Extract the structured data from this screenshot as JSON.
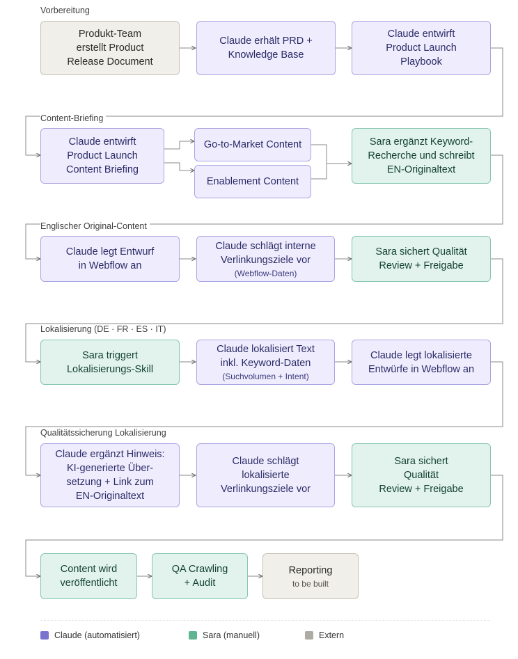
{
  "sections": [
    {
      "label": "Vorbereitung"
    },
    {
      "label": "Content-Briefing"
    },
    {
      "label": "Englischer Original-Content"
    },
    {
      "label": "Lokalisierung (DE · FR · ES · IT)"
    },
    {
      "label": "Qualitätssicherung Lokalisierung"
    }
  ],
  "nodes": {
    "produkt_team": {
      "lines": [
        "Produkt-Team",
        "erstellt Product",
        "Release Document"
      ]
    },
    "prd_kb": {
      "lines": [
        "Claude erhält PRD +",
        "Knowledge Base"
      ]
    },
    "playbook": {
      "lines": [
        "Claude entwirft",
        "Product Launch",
        "Playbook"
      ]
    },
    "briefing": {
      "lines": [
        "Claude entwirft",
        "Product Launch",
        "Content Briefing"
      ]
    },
    "gtm": {
      "lines": [
        "Go-to-Market Content"
      ]
    },
    "enablement": {
      "lines": [
        "Enablement Content"
      ]
    },
    "keyword": {
      "lines": [
        "Sara ergänzt Keyword-",
        "Recherche und schreibt",
        "EN-Originaltext"
      ]
    },
    "entwurf": {
      "lines": [
        "Claude legt Entwurf",
        "in Webflow an"
      ]
    },
    "verlinkung": {
      "lines": [
        "Claude schlägt interne",
        "Verlinkungsziele vor"
      ],
      "sub": "(Webflow-Daten)"
    },
    "qualitaet_en": {
      "lines": [
        "Sara sichert Qualität",
        "Review + Freigabe"
      ]
    },
    "trigger": {
      "lines": [
        "Sara triggert",
        "Lokalisierungs-Skill"
      ]
    },
    "lokalisiert": {
      "lines": [
        "Claude lokalisiert Text",
        "inkl. Keyword-Daten"
      ],
      "sub": "(Suchvolumen + Intent)"
    },
    "lok_entwuerfe": {
      "lines": [
        "Claude legt lokalisierte",
        "Entwürfe in Webflow an"
      ]
    },
    "hinweis": {
      "lines": [
        "Claude ergänzt Hinweis:",
        "KI-generierte Über-",
        "setzung + Link zum",
        "EN-Originaltext"
      ]
    },
    "lok_verlinkung": {
      "lines": [
        "Claude schlägt",
        "lokalisierte",
        "Verlinkungsziele vor"
      ]
    },
    "qualitaet_lok": {
      "lines": [
        "Sara sichert",
        "Qualität",
        "Review + Freigabe"
      ]
    },
    "veroeffentlicht": {
      "lines": [
        "Content wird",
        "veröffentlicht"
      ]
    },
    "qa": {
      "lines": [
        "QA Crawling",
        "+ Audit"
      ]
    },
    "reporting": {
      "lines": [
        "Reporting"
      ],
      "sub": "to be built"
    }
  },
  "legend": [
    {
      "label": "Claude (automatisiert)",
      "color": "#7a74cf"
    },
    {
      "label": "Sara (manuell)",
      "color": "#5fb592"
    },
    {
      "label": "Extern",
      "color": "#aeaba4"
    }
  ],
  "colors": {
    "connector": "#8a8a8a"
  }
}
